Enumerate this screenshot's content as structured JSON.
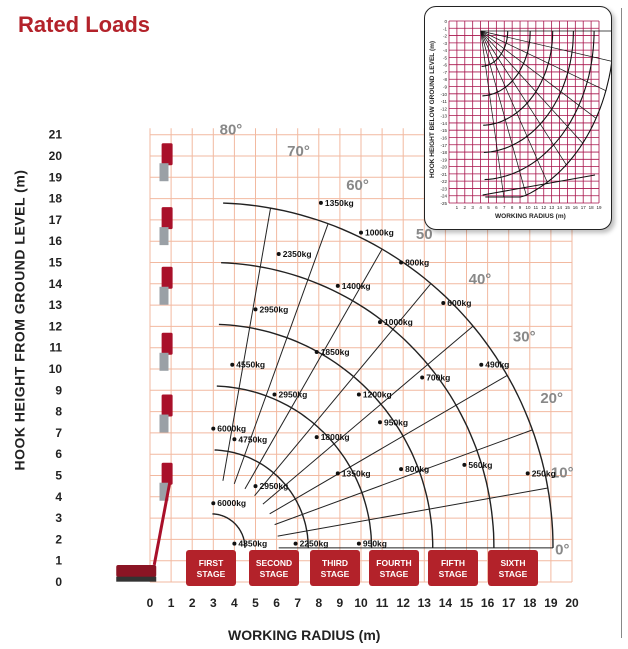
{
  "page": {
    "title": "Rated Loads"
  },
  "chart_data": {
    "type": "line",
    "title": "Rated Loads",
    "xlabel": "WORKING RADIUS (m)",
    "ylabel": "HOOK HEIGHT FROM GROUND LEVEL (m)",
    "xlim": [
      0,
      20
    ],
    "ylim": [
      0,
      21
    ],
    "x_ticks": [
      "0",
      "1",
      "2",
      "3",
      "4",
      "5",
      "6",
      "7",
      "8",
      "9",
      "10",
      "11",
      "12",
      "13",
      "14",
      "15",
      "16",
      "17",
      "18",
      "19",
      "20"
    ],
    "y_ticks": [
      "0",
      "1",
      "2",
      "3",
      "4",
      "5",
      "6",
      "7",
      "8",
      "9",
      "10",
      "11",
      "12",
      "13",
      "14",
      "15",
      "16",
      "17",
      "18",
      "19",
      "20",
      "21"
    ],
    "grid": true,
    "angles": [
      "80°",
      "70°",
      "60°",
      "50",
      "40°",
      "30°",
      "20°",
      "10°",
      "0°"
    ],
    "stages": [
      {
        "name": "FIRST STAGE",
        "label_lines": [
          "FIRST",
          "STAGE"
        ],
        "outer_radius": 4.0
      },
      {
        "name": "SECOND STAGE",
        "label_lines": [
          "SECOND",
          "STAGE"
        ],
        "outer_radius": 7.0
      },
      {
        "name": "THIRD STAGE",
        "label_lines": [
          "THIRD",
          "STAGE"
        ],
        "outer_radius": 10.0
      },
      {
        "name": "FOURTH STAGE",
        "label_lines": [
          "FOURTH",
          "STAGE"
        ],
        "outer_radius": 12.9
      },
      {
        "name": "FIFTH STAGE",
        "label_lines": [
          "FIFTH",
          "STAGE"
        ],
        "outer_radius": 15.8
      },
      {
        "name": "SIXTH STAGE",
        "label_lines": [
          "SIXTH",
          "STAGE"
        ],
        "outer_radius": 18.6
      }
    ],
    "load_points": [
      {
        "label": "1350kg",
        "x": 8.1,
        "y": 17.8
      },
      {
        "label": "1000kg",
        "x": 10.0,
        "y": 16.4
      },
      {
        "label": "800kg",
        "x": 11.9,
        "y": 15.0
      },
      {
        "label": "600kg",
        "x": 13.9,
        "y": 13.1
      },
      {
        "label": "490kg",
        "x": 15.7,
        "y": 10.2
      },
      {
        "label": "250kg",
        "x": 17.9,
        "y": 5.1
      },
      {
        "label": "2350kg",
        "x": 6.1,
        "y": 15.4
      },
      {
        "label": "1400kg",
        "x": 8.9,
        "y": 13.9
      },
      {
        "label": "1000kg",
        "x": 10.9,
        "y": 12.2
      },
      {
        "label": "700kg",
        "x": 12.9,
        "y": 9.6
      },
      {
        "label": "560kg",
        "x": 14.9,
        "y": 5.5
      },
      {
        "label": "2950kg",
        "x": 5.0,
        "y": 12.8
      },
      {
        "label": "1850kg",
        "x": 7.9,
        "y": 10.8
      },
      {
        "label": "1200kg",
        "x": 9.9,
        "y": 8.8
      },
      {
        "label": "950kg",
        "x": 10.9,
        "y": 7.5
      },
      {
        "label": "800kg",
        "x": 11.9,
        "y": 5.3
      },
      {
        "label": "4550kg",
        "x": 3.9,
        "y": 10.2
      },
      {
        "label": "2950kg",
        "x": 5.9,
        "y": 8.8
      },
      {
        "label": "1800kg",
        "x": 7.9,
        "y": 6.8
      },
      {
        "label": "1350kg",
        "x": 8.9,
        "y": 5.1
      },
      {
        "label": "6000kg",
        "x": 3.0,
        "y": 7.2
      },
      {
        "label": "4750kg",
        "x": 4.0,
        "y": 6.7
      },
      {
        "label": "2950kg",
        "x": 5.0,
        "y": 4.5
      },
      {
        "label": "6000kg",
        "x": 3.0,
        "y": 3.7
      },
      {
        "label": "4850kg",
        "x": 4.0,
        "y": 1.8
      },
      {
        "label": "2250kg",
        "x": 6.9,
        "y": 1.8
      },
      {
        "label": "950kg",
        "x": 9.9,
        "y": 1.8
      }
    ]
  },
  "inset": {
    "ylabel": "HOOK HEIGHT BELOW GROUND LEVEL (m)",
    "xlabel": "WORKING RADIUS (m)",
    "y_ticks": [
      "0",
      "-1",
      "-2",
      "-3",
      "-4",
      "-5",
      "-6",
      "-7",
      "-8",
      "-9",
      "-10",
      "-11",
      "-12",
      "-13",
      "-14",
      "-15",
      "-16",
      "-17",
      "-18",
      "-19",
      "-20",
      "-21",
      "-22",
      "-23",
      "-24",
      "-25"
    ],
    "x_ticks": [
      "1",
      "2",
      "3",
      "4",
      "5",
      "6",
      "7",
      "8",
      "9",
      "10",
      "11",
      "12",
      "13",
      "14",
      "15",
      "16",
      "17",
      "18",
      "19"
    ]
  },
  "colors": {
    "title": "#b3222a",
    "grid_main": "#f2b9a0",
    "grid_inset": "#a8144c",
    "arc_line": "#222222",
    "stage_box": "#b3222a",
    "stage_text": "#ffffff",
    "angle_label": "#888888"
  }
}
